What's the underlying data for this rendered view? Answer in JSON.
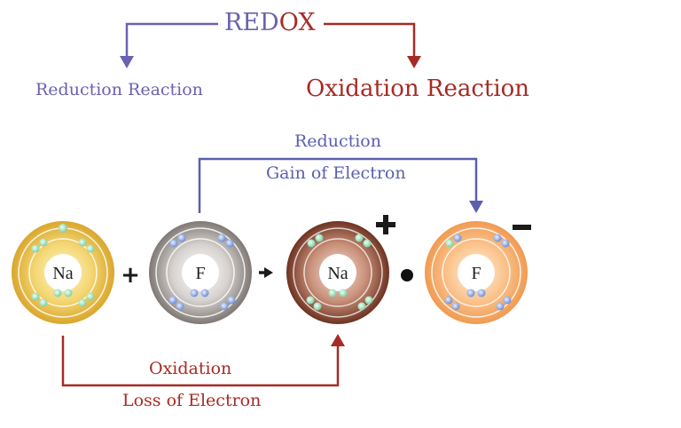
{
  "header": {
    "redox_red": "RED",
    "redox_ox": "OX",
    "reduction_reaction": "Reduction Reaction",
    "oxidation_reaction": "Oxidation Reaction"
  },
  "arrows": {
    "reduction_label": "Reduction",
    "reduction_sub": "Gain of Electron",
    "oxidation_label": "Oxidation",
    "oxidation_sub": "Loss of Electron"
  },
  "atoms": [
    {
      "symbol": "Na",
      "charge": ""
    },
    {
      "symbol": "F",
      "charge": ""
    },
    {
      "symbol": "Na",
      "charge": "+"
    },
    {
      "symbol": "F",
      "charge": "−"
    }
  ],
  "operators": {
    "plus": "+",
    "yields": "→",
    "bond": "•"
  },
  "colors": {
    "reduction": "#6b62b0",
    "oxidation": "#a62b24",
    "na_atom": "#e9c24a",
    "f_atom": "#a7a09b",
    "na_ion": "#8b4a35",
    "f_ion": "#f7b070",
    "electron_green": "#a8e0c0",
    "electron_blue": "#8fa9e0"
  }
}
